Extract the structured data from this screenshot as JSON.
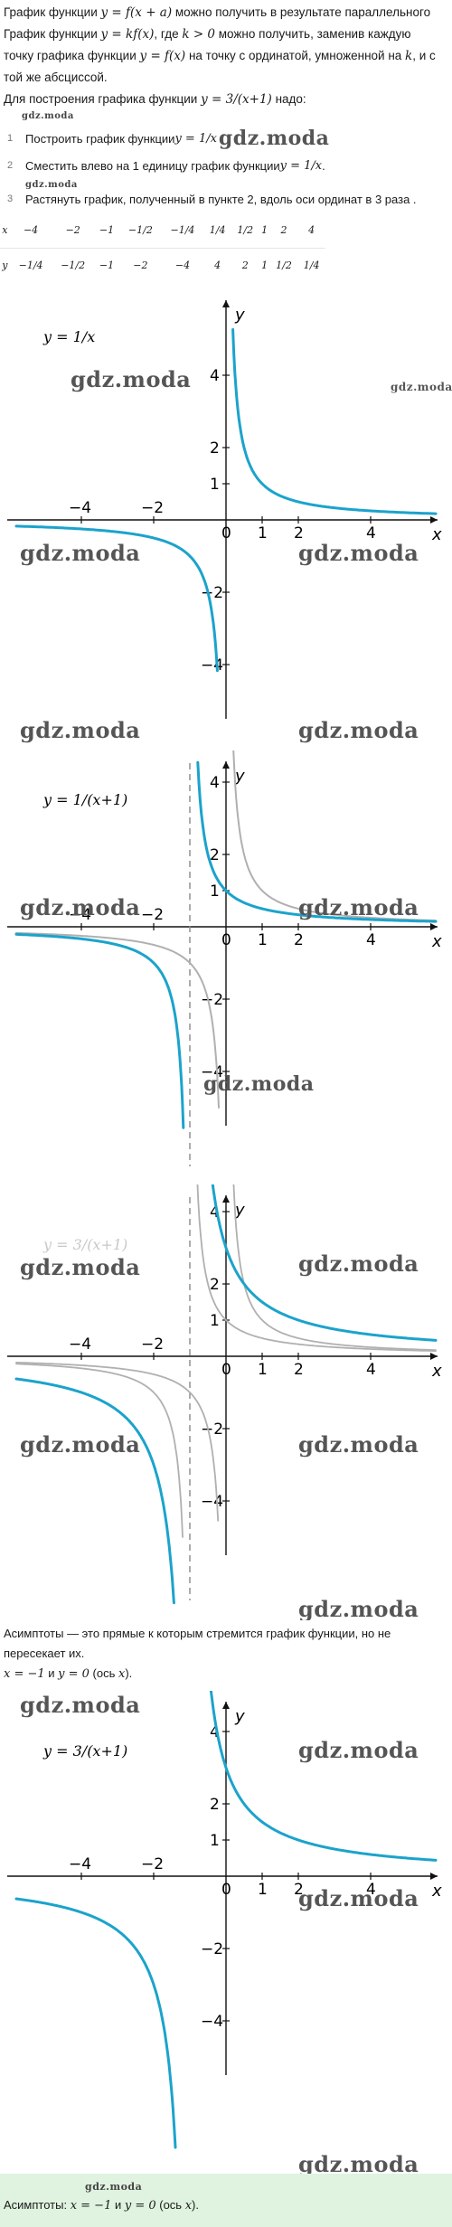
{
  "intro": {
    "l1_a": "График функции ",
    "l1_m": "y = f(x + a)",
    "l1_b": " можно получить в результате параллельного",
    "l2_a": "График функции ",
    "l2_m": "y = kf(x)",
    "l2_b": ", где ",
    "l2_m2": "k > 0",
    "l2_c": " можно получить, заменив каждую",
    "l3_a": "точку графика функции ",
    "l3_m": "y = f(x)",
    "l3_b": " на точку с ординатой, умноженной на ",
    "l3_m2": "k",
    "l3_c": ", и с",
    "l4": "той же абсциссой.",
    "l5_a": "Для построения графика функции ",
    "l5_m": "y = 3/(x+1)",
    "l5_b": " надо:",
    "watermark_small": "gdz.moda"
  },
  "steps": [
    {
      "num": "1",
      "text": "Построить график функции ",
      "math": "y = 1/x",
      "wm": "gdz.moda"
    },
    {
      "num": "2",
      "text": "Сместить влево на 1 единицу график функции ",
      "math": "y = 1/x",
      "end": "."
    },
    {
      "num": "3",
      "text": "Растянуть график, полученный в пункте 2, вдоль оси ординат в 3 раза ."
    }
  ],
  "step_wm": "gdz.moda",
  "table": {
    "x_label": "x",
    "y_label": "y",
    "x": [
      "−4",
      "−2",
      "−1",
      "−1/2",
      "−1/4",
      "1/4",
      "1/2",
      "1",
      "2",
      "4"
    ],
    "y": [
      "−1/4",
      "−1/2",
      "−1",
      "−2",
      "−4",
      "4",
      "2",
      "1",
      "1/2",
      "1/4"
    ]
  },
  "watermark": "gdz.moda",
  "graphs": [
    {
      "label": "y = 1/x",
      "x_axis": "x",
      "y_axis": "y"
    },
    {
      "label": "y = 1/(x+1)",
      "x_axis": "x",
      "y_axis": "y"
    },
    {
      "label": "y = 3/(x+1)",
      "x_axis": "x",
      "y_axis": "y"
    },
    {
      "label": "y = 3/(x+1)",
      "x_axis": "x",
      "y_axis": "y"
    }
  ],
  "ticks": {
    "x": [
      "−4",
      "−2",
      "0",
      "1",
      "2",
      "4"
    ],
    "y": [
      "4",
      "2",
      "1",
      "−2",
      "−4"
    ]
  },
  "note": {
    "l1": "Асимптоты — это прямые к которым стремится график функции, но не",
    "l2": "пересекает их.",
    "l3_m": "x = −1",
    "l3_b": " и ",
    "l3_m2": "y = 0",
    "l3_c": " (ось ",
    "l3_m3": "x",
    "l3_d": ")."
  },
  "answer": {
    "wm": "gdz.moda",
    "label": "Асимптоты: ",
    "m1": "x = −1",
    "mid": " и ",
    "m2": "y = 0",
    "paren": " (ось ",
    "m3": "x",
    "end": ")."
  },
  "colors": {
    "main_curve": "#1ba3cc",
    "ghost_curve": "#b0b0b0",
    "axis": "#111111",
    "asymptote": "#888888"
  }
}
